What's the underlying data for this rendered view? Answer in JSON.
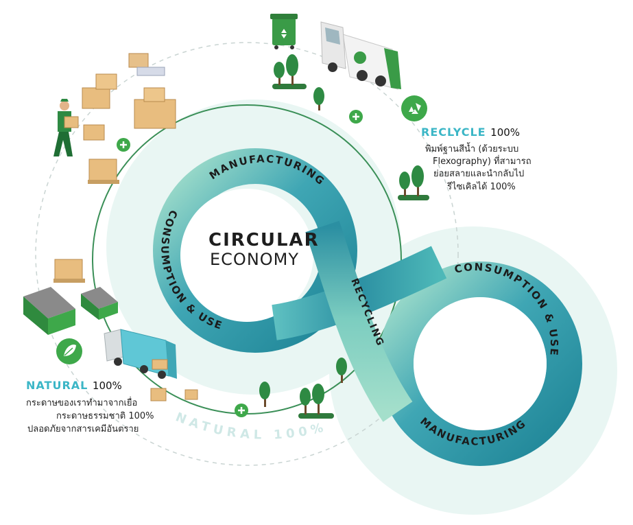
{
  "title": {
    "main": "CIRCULAR",
    "sub": "ECONOMY"
  },
  "loop_labels": {
    "manufacturing_top": "MANUFACTURING",
    "consumption_left": "CONSUMPTION & USE",
    "recycling": "RECYCLING",
    "consumption_right": "CONSUMPTION & USE",
    "manufacturing_bottom": "MANUFACTURING"
  },
  "recycle_block": {
    "title": "RECLYCLE",
    "percent": "100%",
    "lines": [
      "พิมพ์ฐานสีน้ำ (ด้วยระบบ",
      "Flexography) ที่สามารถ",
      "ย่อยสลายและนำกลับไป",
      "รีไซเคิลได้ 100%"
    ],
    "icon": "recycle-icon"
  },
  "natural_block": {
    "title": "NATURAL",
    "percent": "100%",
    "lines": [
      "กระดาษของเราทำมาจากเยื่อ",
      "กระดาษธรรมชาติ 100%",
      "ปลอดภัยจากสารเคมีอันตราย"
    ],
    "icon": "leaf-icon"
  },
  "watermark": "NATURAL 100%",
  "colors": {
    "teal_dark": "#2a93a3",
    "teal_mid": "#4fb3bd",
    "mint": "#9fdcc8",
    "pale": "#e6f4f1",
    "green_badge": "#3ea84a",
    "cyan_text": "#3bb6c6",
    "truck_green": "#3a9b47"
  }
}
